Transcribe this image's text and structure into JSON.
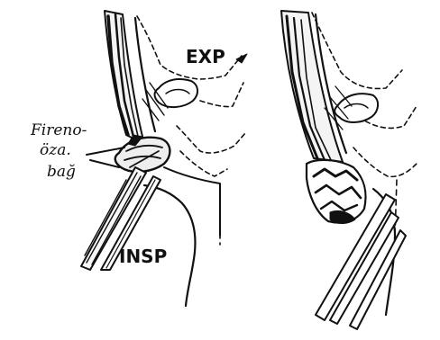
{
  "colors": {
    "ink": "#111111",
    "paper": "#ffffff"
  },
  "labels": {
    "exp": "EXP",
    "insp": "INSP",
    "ligament_line1": "Fireno-",
    "ligament_line2": "öza.",
    "ligament_line3": "bağ"
  }
}
